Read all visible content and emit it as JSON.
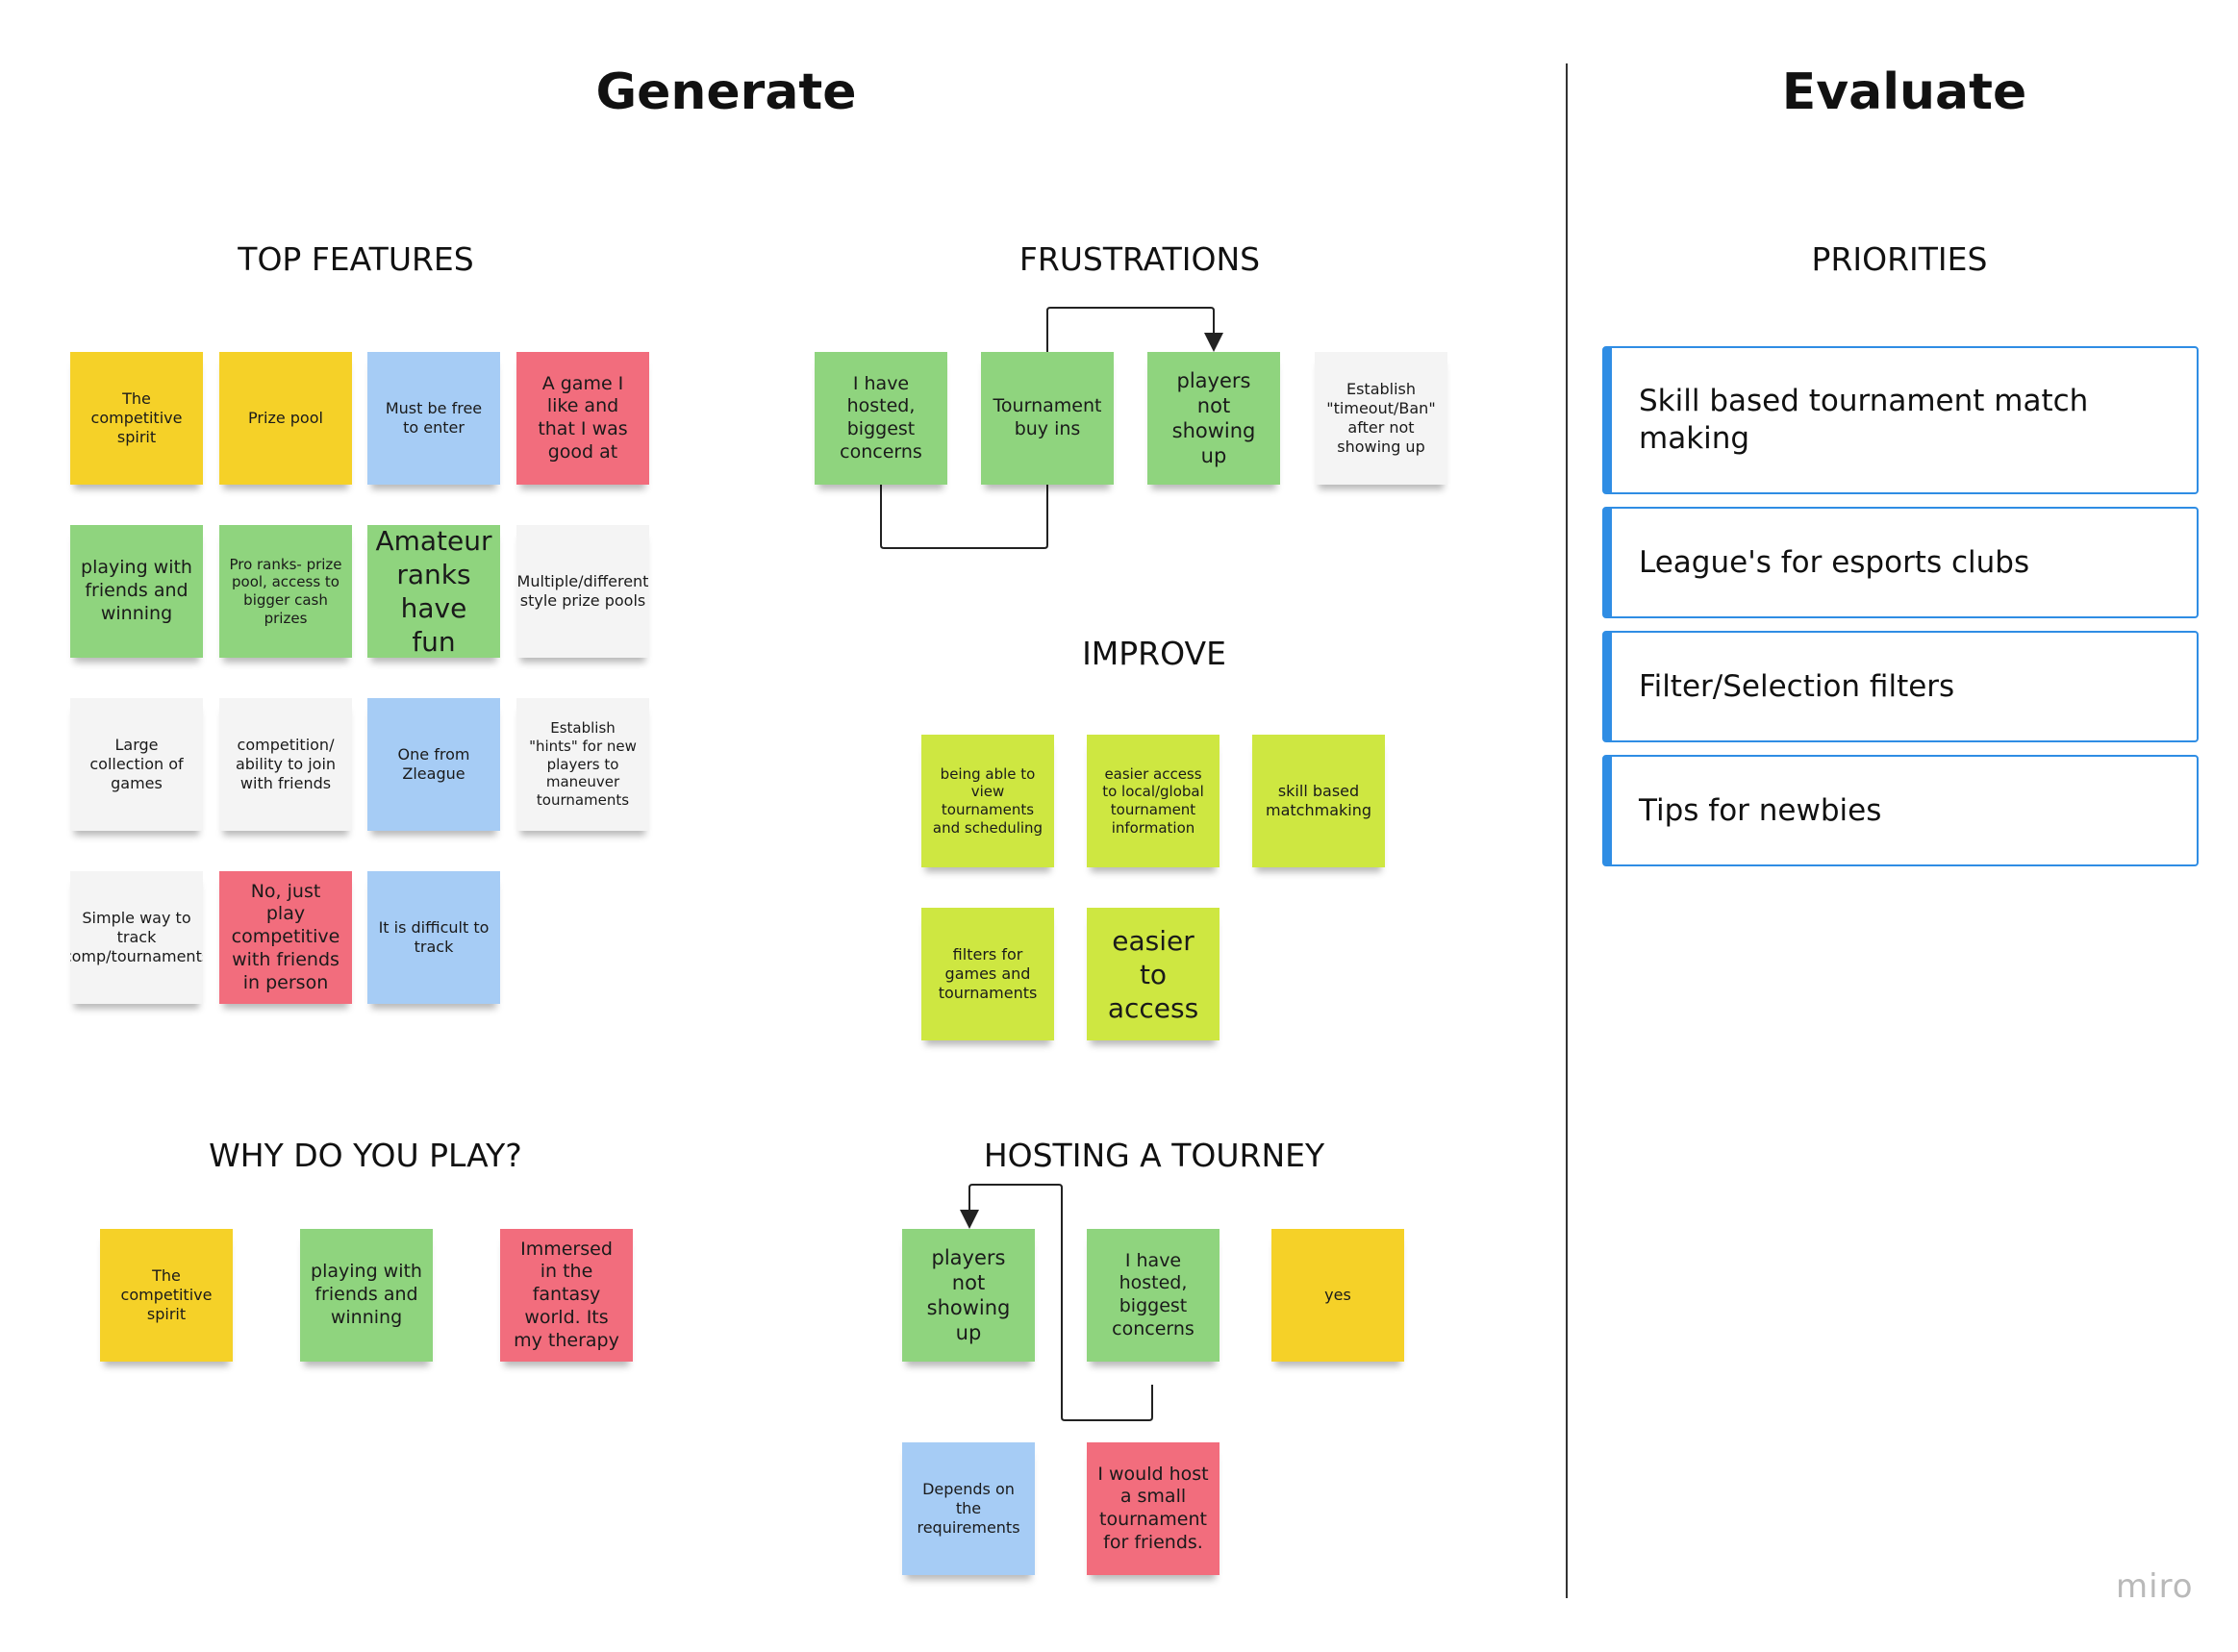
{
  "headers": {
    "generate": "Generate",
    "evaluate": "Evaluate"
  },
  "sections": {
    "top_features": "TOP FEATURES",
    "frustrations": "FRUSTRATIONS",
    "improve": "IMPROVE",
    "why_play": "WHY DO YOU PLAY?",
    "hosting": "HOSTING A TOURNEY",
    "priorities": "PRIORITIES"
  },
  "top_features": [
    "The competitive spirit",
    "Prize pool",
    "Must be free to enter",
    "A game I like and that I was good at",
    "playing with friends and winning",
    "Pro ranks- prize pool, access to bigger cash prizes",
    "Amateur ranks have fun",
    "Multiple/different style prize pools",
    "Large collection of games",
    "competition/ ability to join with friends",
    "One from Zleague",
    "Establish \"hints\" for new players to maneuver tournaments",
    "Simple way to track comp/tournaments",
    "No, just play competitive with friends in person",
    "It is difficult to track"
  ],
  "frustrations": [
    "I have hosted, biggest concerns",
    "Tournament buy ins",
    "players not showing up",
    "Establish \"timeout/Ban\" after not showing up"
  ],
  "improve": [
    "being able to view tournaments and scheduling",
    "easier access to local/global tournament information",
    "skill based matchmaking",
    "filters for games and tournaments",
    "easier to access"
  ],
  "why_play": [
    "The competitive spirit",
    "playing with friends and winning",
    "Immersed in the fantasy world. Its my therapy"
  ],
  "hosting": [
    "players not showing up",
    "I have hosted, biggest concerns",
    "yes",
    "Depends on the requirements",
    "I would host a small tournament for friends."
  ],
  "priorities": [
    "Skill based tournament match making",
    "League's for esports clubs",
    "Filter/Selection filters",
    "Tips for newbies"
  ],
  "logo": "miro",
  "colors": {
    "yellow": "#f5d128",
    "green": "#8fd47e",
    "blue": "#a6ccf5",
    "red": "#f26d7d",
    "white": "#f4f4f4",
    "lime": "#cee741",
    "priority_border": "#2f8de4"
  }
}
